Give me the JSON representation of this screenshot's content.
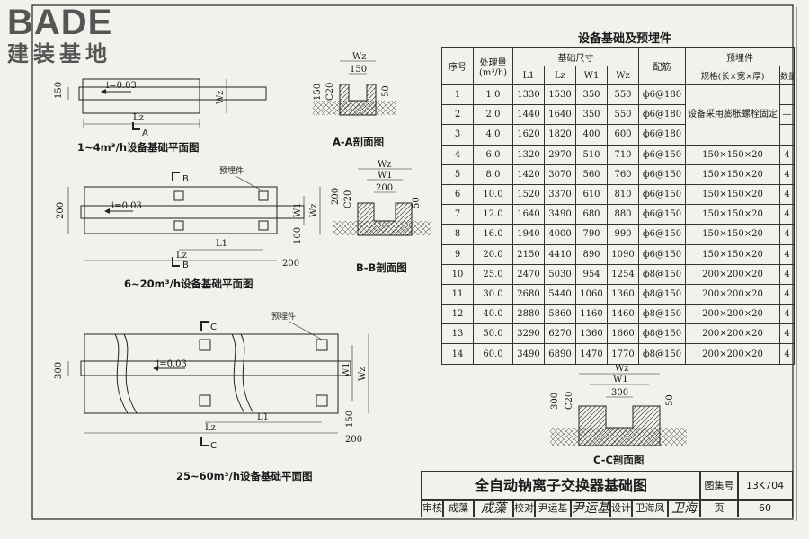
{
  "logo": {
    "brand": "BADE",
    "tagline": "建装基地"
  },
  "views": {
    "plan1": {
      "caption": "1~4m³/h设备基础平面图",
      "slope": "i=0.03",
      "lz": "Lz",
      "wz": "Wz",
      "dim_150": "150",
      "sec": "A"
    },
    "plan2": {
      "caption": "6~20m³/h设备基础平面图",
      "slope": "i=0.03",
      "embed": "预埋件",
      "sec": "B",
      "dim_200": "200",
      "dim_200b": "200",
      "dim_100": "100",
      "l1": "L1",
      "lz": "Lz",
      "w1": "W1",
      "wz": "Wz"
    },
    "plan3": {
      "caption": "25~60m³/h设备基础平面图",
      "slope": "i=0.03",
      "embed": "预埋件",
      "sec": "C",
      "dim_300": "300",
      "dim_150": "150",
      "dim_200": "200",
      "l1": "L1",
      "lz": "Lz",
      "w1": "W1",
      "wz": "Wz"
    },
    "secA": {
      "caption": "A-A剖面图",
      "wz": "Wz",
      "w": "150",
      "h": "150",
      "c20": "C20",
      "d50": "50"
    },
    "secB": {
      "caption": "B-B剖面图",
      "wz": "Wz",
      "w1": "W1",
      "w": "200",
      "h": "200",
      "c20": "C20",
      "d50": "50"
    },
    "secC": {
      "caption": "C-C剖面图",
      "wz": "Wz",
      "w1": "W1",
      "w": "300",
      "h": "300",
      "c20": "C20",
      "d50": "50"
    }
  },
  "table": {
    "title": "设备基础及预埋件",
    "headers": {
      "no": "序号",
      "flow": "处理量",
      "flow_unit": "(m³/h)",
      "base_size": "基础尺寸",
      "l1": "L1",
      "lz": "Lz",
      "w1": "W1",
      "wz": "Wz",
      "rebar": "配筋",
      "embed": "预埋件",
      "spec": "规格(长×宽×厚)",
      "qty": "数量"
    },
    "note": "设备采用膨胀螺栓固定",
    "rows": [
      [
        "1",
        "1.0",
        "1330",
        "1530",
        "350",
        "550",
        "ф6@180",
        "",
        ""
      ],
      [
        "2",
        "2.0",
        "1440",
        "1640",
        "350",
        "550",
        "ф6@180",
        "",
        "—"
      ],
      [
        "3",
        "4.0",
        "1620",
        "1820",
        "400",
        "600",
        "ф6@180",
        "",
        ""
      ],
      [
        "4",
        "6.0",
        "1320",
        "2970",
        "510",
        "710",
        "ф6@150",
        "150×150×20",
        "4"
      ],
      [
        "5",
        "8.0",
        "1420",
        "3070",
        "560",
        "760",
        "ф6@150",
        "150×150×20",
        "4"
      ],
      [
        "6",
        "10.0",
        "1520",
        "3370",
        "610",
        "810",
        "ф6@150",
        "150×150×20",
        "4"
      ],
      [
        "7",
        "12.0",
        "1640",
        "3490",
        "680",
        "880",
        "ф6@150",
        "150×150×20",
        "4"
      ],
      [
        "8",
        "16.0",
        "1940",
        "4000",
        "790",
        "990",
        "ф6@150",
        "150×150×20",
        "4"
      ],
      [
        "9",
        "20.0",
        "2150",
        "4410",
        "890",
        "1090",
        "ф6@150",
        "150×150×20",
        "4"
      ],
      [
        "10",
        "25.0",
        "2470",
        "5030",
        "954",
        "1254",
        "ф8@150",
        "200×200×20",
        "4"
      ],
      [
        "11",
        "30.0",
        "2680",
        "5440",
        "1060",
        "1360",
        "ф8@150",
        "200×200×20",
        "4"
      ],
      [
        "12",
        "40.0",
        "2880",
        "5860",
        "1160",
        "1460",
        "ф8@150",
        "200×200×20",
        "4"
      ],
      [
        "13",
        "50.0",
        "3290",
        "6270",
        "1360",
        "1660",
        "ф8@150",
        "200×200×20",
        "4"
      ],
      [
        "14",
        "60.0",
        "3490",
        "6890",
        "1470",
        "1770",
        "ф8@150",
        "200×200×20",
        "4"
      ]
    ]
  },
  "title_block": {
    "title": "全自动钠离子交换器基础图",
    "atlas_label": "图集号",
    "atlas_no": "13K704",
    "review_label": "审核",
    "reviewer": "成藻",
    "reviewer_sig": "成藻",
    "check_label": "校对",
    "checker": "尹运基",
    "checker_sig": "尹运基",
    "design_label": "设计",
    "designer": "卫海凤",
    "designer_sig": "卫海凤",
    "page_label": "页",
    "page_no": "60"
  }
}
